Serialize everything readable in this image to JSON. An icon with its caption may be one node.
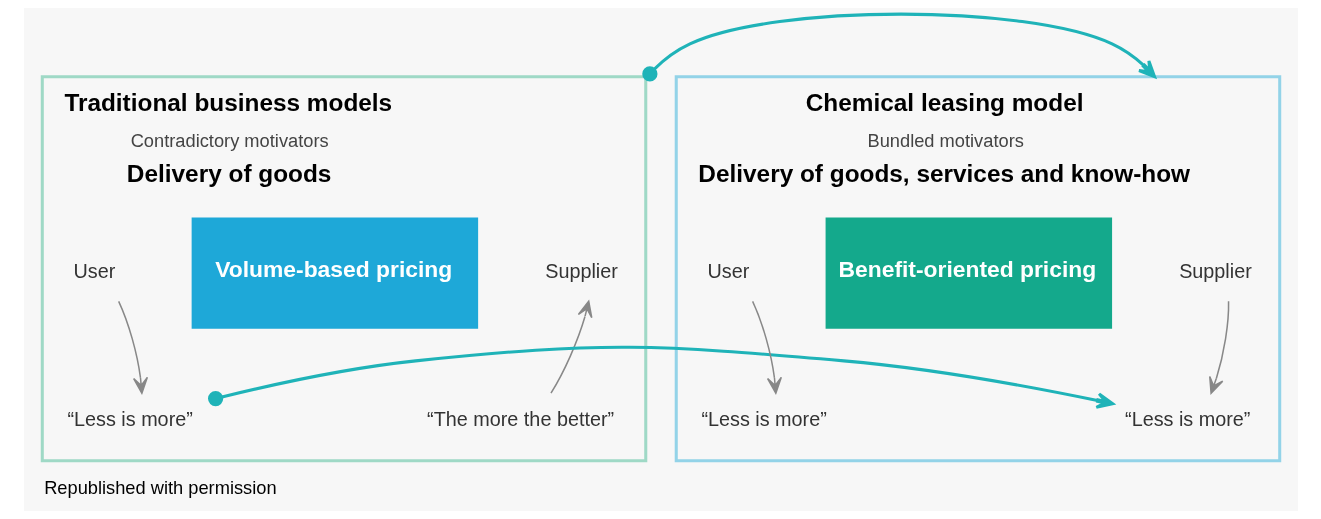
{
  "diagram": {
    "caption": "Republished with permission",
    "nodes": [
      {
        "text": [
          "Traditional business models",
          "Contradictory motivators",
          "Delivery of goods"
        ]
      },
      {
        "text": [
          "Supplier"
        ],
        "in": 0
      },
      {
        "text": [
          "“The more the better”"
        ],
        "in": 0
      },
      {
        "text": [
          "Volume-based pricing"
        ],
        "in": 0
      },
      {
        "text": [
          "User"
        ],
        "in": 0
      },
      {
        "text": [
          "“Less is more”"
        ],
        "in": 0
      },
      {
        "text": [
          "Chemical leasing model",
          "Bundled motivators",
          "Delivery of goods, services and know-how"
        ]
      },
      {
        "text": [
          "Supplier"
        ],
        "in": 6
      },
      {
        "text": [
          "“Less is more”"
        ],
        "in": 6
      },
      {
        "text": [
          "Benefit-oriented pricing"
        ],
        "in": 6
      },
      {
        "text": [
          "User"
        ],
        "in": 6
      },
      {
        "text": [
          "“Less is more”"
        ],
        "in": 6
      }
    ],
    "edges": [
      {
        "from": 2,
        "to": 1,
        "arrow": "to"
      },
      {
        "from": 4,
        "to": 5,
        "arrow": "to"
      },
      {
        "from": 7,
        "to": 8,
        "arrow": "to"
      },
      {
        "from": 10,
        "to": 11,
        "arrow": "to"
      },
      {
        "from": 0,
        "to": 6,
        "arrow": "to",
        "color": "#1fb3b8"
      },
      {
        "from": 5,
        "to": 8,
        "arrow": "to",
        "color": "#1fb3b8"
      }
    ]
  }
}
